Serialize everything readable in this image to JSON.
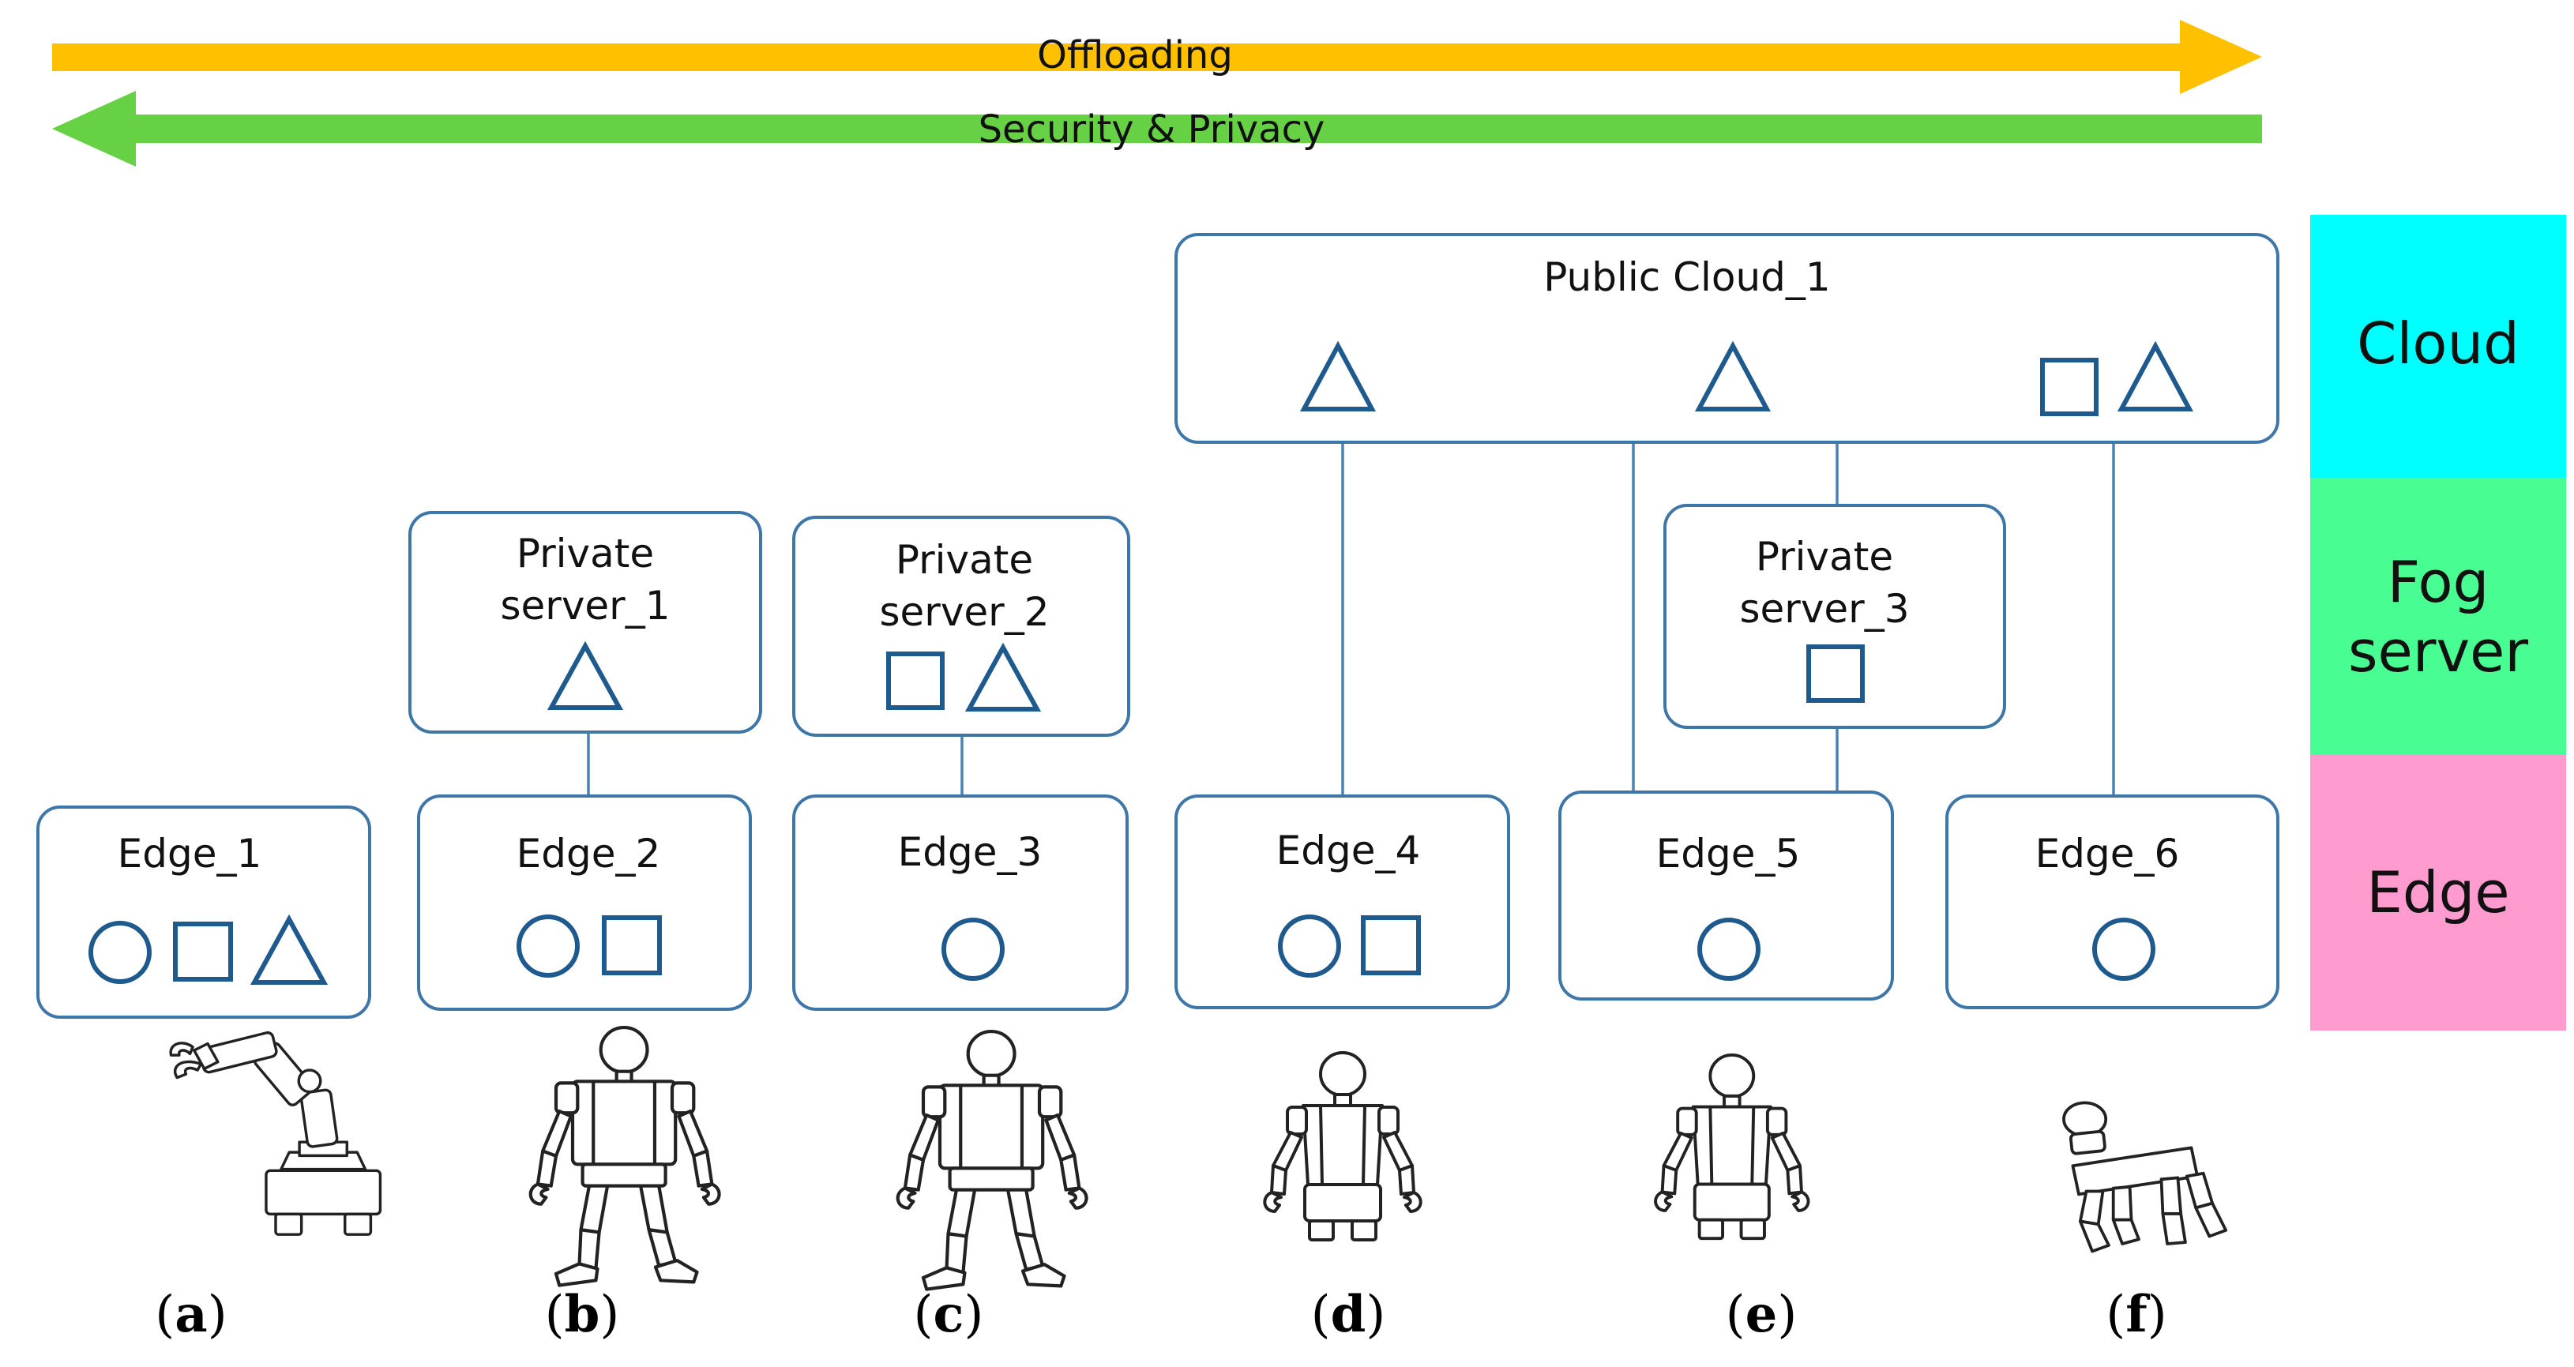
{
  "arrows": {
    "offloading": {
      "label": "Offloading",
      "color": "#ffc000"
    },
    "security": {
      "label": "Security & Privacy",
      "color": "#66d144"
    }
  },
  "layers": [
    {
      "label": "Cloud",
      "color": "#00ffff"
    },
    {
      "label_line1": "Fog",
      "label_line2": "server",
      "color": "#48fd92"
    },
    {
      "label": "Edge",
      "color": "#ff9bcf"
    }
  ],
  "cloud": {
    "label": "Public Cloud_1"
  },
  "private_servers": [
    {
      "line1": "Private",
      "line2": "server_1",
      "symbols": [
        "triangle"
      ]
    },
    {
      "line1": "Private",
      "line2": "server_2",
      "symbols": [
        "square",
        "triangle"
      ]
    },
    {
      "line1": "Private",
      "line2": "server_3",
      "symbols": [
        "square"
      ]
    }
  ],
  "edges": [
    {
      "label": "Edge_1",
      "symbols": [
        "circle",
        "square",
        "triangle"
      ]
    },
    {
      "label": "Edge_2",
      "symbols": [
        "circle",
        "square"
      ]
    },
    {
      "label": "Edge_3",
      "symbols": [
        "circle"
      ]
    },
    {
      "label": "Edge_4",
      "symbols": [
        "circle",
        "square"
      ]
    },
    {
      "label": "Edge_5",
      "symbols": [
        "circle"
      ]
    },
    {
      "label": "Edge_6",
      "symbols": [
        "circle"
      ]
    }
  ],
  "robots": [
    {
      "icon": "robot-arm-icon"
    },
    {
      "icon": "humanoid-robot-icon"
    },
    {
      "icon": "humanoid-robot-icon"
    },
    {
      "icon": "wheeled-humanoid-robot-icon"
    },
    {
      "icon": "wheeled-humanoid-robot-icon"
    },
    {
      "icon": "quadruped-robot-icon"
    }
  ],
  "captions": [
    {
      "open": "(",
      "letter": "a",
      "close": ")"
    },
    {
      "open": "(",
      "letter": "b",
      "close": ")"
    },
    {
      "open": "(",
      "letter": "c",
      "close": ")"
    },
    {
      "open": "(",
      "letter": "d",
      "close": ")"
    },
    {
      "open": "(",
      "letter": "e",
      "close": ")"
    },
    {
      "open": "(",
      "letter": "f",
      "close": ")"
    }
  ]
}
